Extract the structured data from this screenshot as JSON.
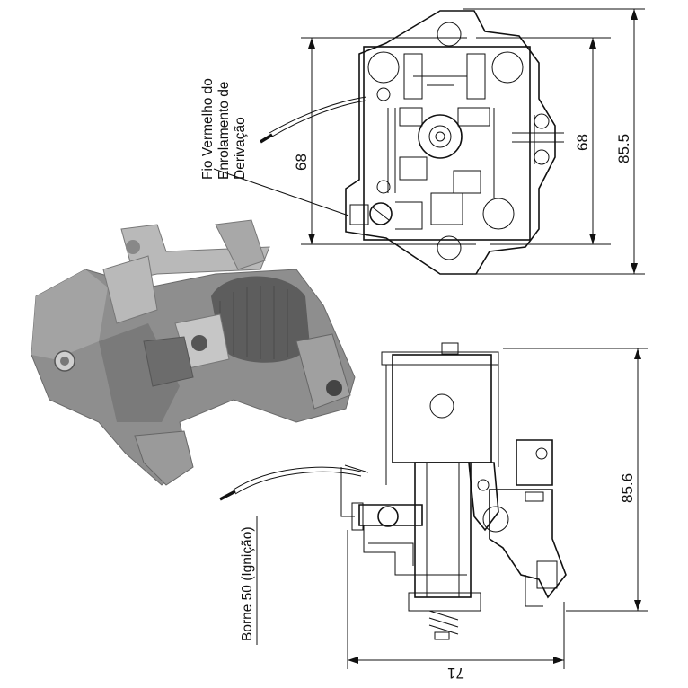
{
  "labels": {
    "wire_label_line1": "Fio Vermelho do",
    "wire_label_line2": "Enrolamento de",
    "wire_label_line3": "Derivação",
    "terminal_label": "Borne 50 (Ignição)"
  },
  "dimensions": {
    "top_left_height": "68",
    "top_right_height": "68",
    "top_overall_height": "85.5",
    "bottom_height": "85.6",
    "bottom_width": "71"
  },
  "colors": {
    "line": "#111111",
    "photo_body": "#8e8e8e",
    "photo_metal": "#b9b9b9",
    "photo_coil": "#5d5d5d"
  }
}
